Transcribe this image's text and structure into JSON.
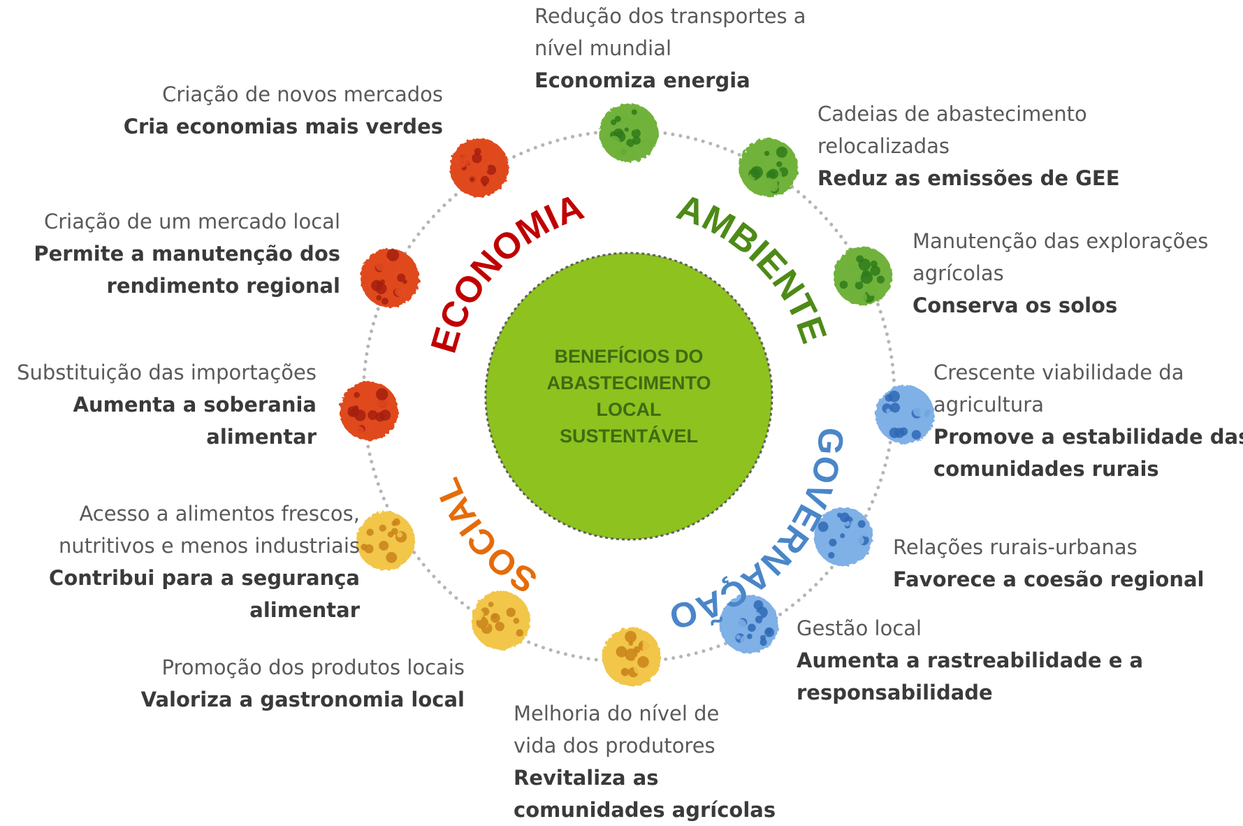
{
  "center": {
    "lines": [
      "BENEFÍCIOS DO",
      "ABASTECIMENTO",
      "LOCAL",
      "SUSTENTÁVEL"
    ],
    "fill": "#8dc21f"
  },
  "categories": {
    "economia": {
      "label": "ECONOMIA",
      "color": "#c00000"
    },
    "ambiente": {
      "label": "AMBIENTE",
      "color": "#4e8a17"
    },
    "governacao": {
      "label": "GOVERNAÇÃO",
      "color": "#4a86c8"
    },
    "social": {
      "label": "SOCIAL",
      "color": "#e46c0a"
    }
  },
  "items": [
    {
      "category": "ambiente",
      "normal": [
        "Redução dos transportes  a",
        "nível mundial"
      ],
      "bold": [
        "Economiza energia"
      ]
    },
    {
      "category": "ambiente",
      "normal": [
        "Cadeias de abastecimento",
        "relocalizadas"
      ],
      "bold": [
        "Reduz as emissões de GEE"
      ]
    },
    {
      "category": "ambiente",
      "normal": [
        "Manutenção das explorações",
        "agrícolas"
      ],
      "bold": [
        "Conserva os solos"
      ]
    },
    {
      "category": "governacao",
      "normal": [
        "Crescente viabilidade da",
        "agricultura"
      ],
      "bold": [
        "Promove a estabilidade das",
        "comunidades rurais"
      ]
    },
    {
      "category": "governacao",
      "normal": [
        "Relações rurais-urbanas"
      ],
      "bold": [
        "Favorece a coesão regional"
      ]
    },
    {
      "category": "governacao",
      "normal": [
        "Gestão local"
      ],
      "bold": [
        "Aumenta a  rastreabilidade e a",
        "responsabilidade"
      ]
    },
    {
      "category": "social",
      "normal": [
        "Melhoria do nível de",
        "vida dos produtores"
      ],
      "bold": [
        "Revitaliza as",
        "comunidades agrícolas"
      ]
    },
    {
      "category": "social",
      "normal": [
        "Promoção dos produtos locais"
      ],
      "bold": [
        "Valoriza a gastronomia local"
      ]
    },
    {
      "category": "social",
      "normal": [
        "Acesso a alimentos frescos,",
        "nutritivos e menos industriais"
      ],
      "bold": [
        "Contribui para a segurança",
        "alimentar"
      ]
    },
    {
      "category": "economia",
      "normal": [
        "Substituição das importações"
      ],
      "bold": [
        "Aumenta a soberania",
        "alimentar"
      ]
    },
    {
      "category": "economia",
      "normal": [
        "Criação de um mercado  local"
      ],
      "bold": [
        "Permite a manutenção dos",
        "rendimento regional"
      ]
    },
    {
      "category": "economia",
      "normal": [
        "Criação de novos mercados"
      ],
      "bold": [
        "Cria economias mais verdes"
      ]
    }
  ],
  "node_colors": {
    "ambiente": [
      "#2f7a1c",
      "#6fb23a"
    ],
    "governacao": [
      "#2f69b5",
      "#7fb0e6"
    ],
    "social": [
      "#c9821a",
      "#f2c64a"
    ],
    "economia": [
      "#a5200f",
      "#e04a1f"
    ]
  }
}
